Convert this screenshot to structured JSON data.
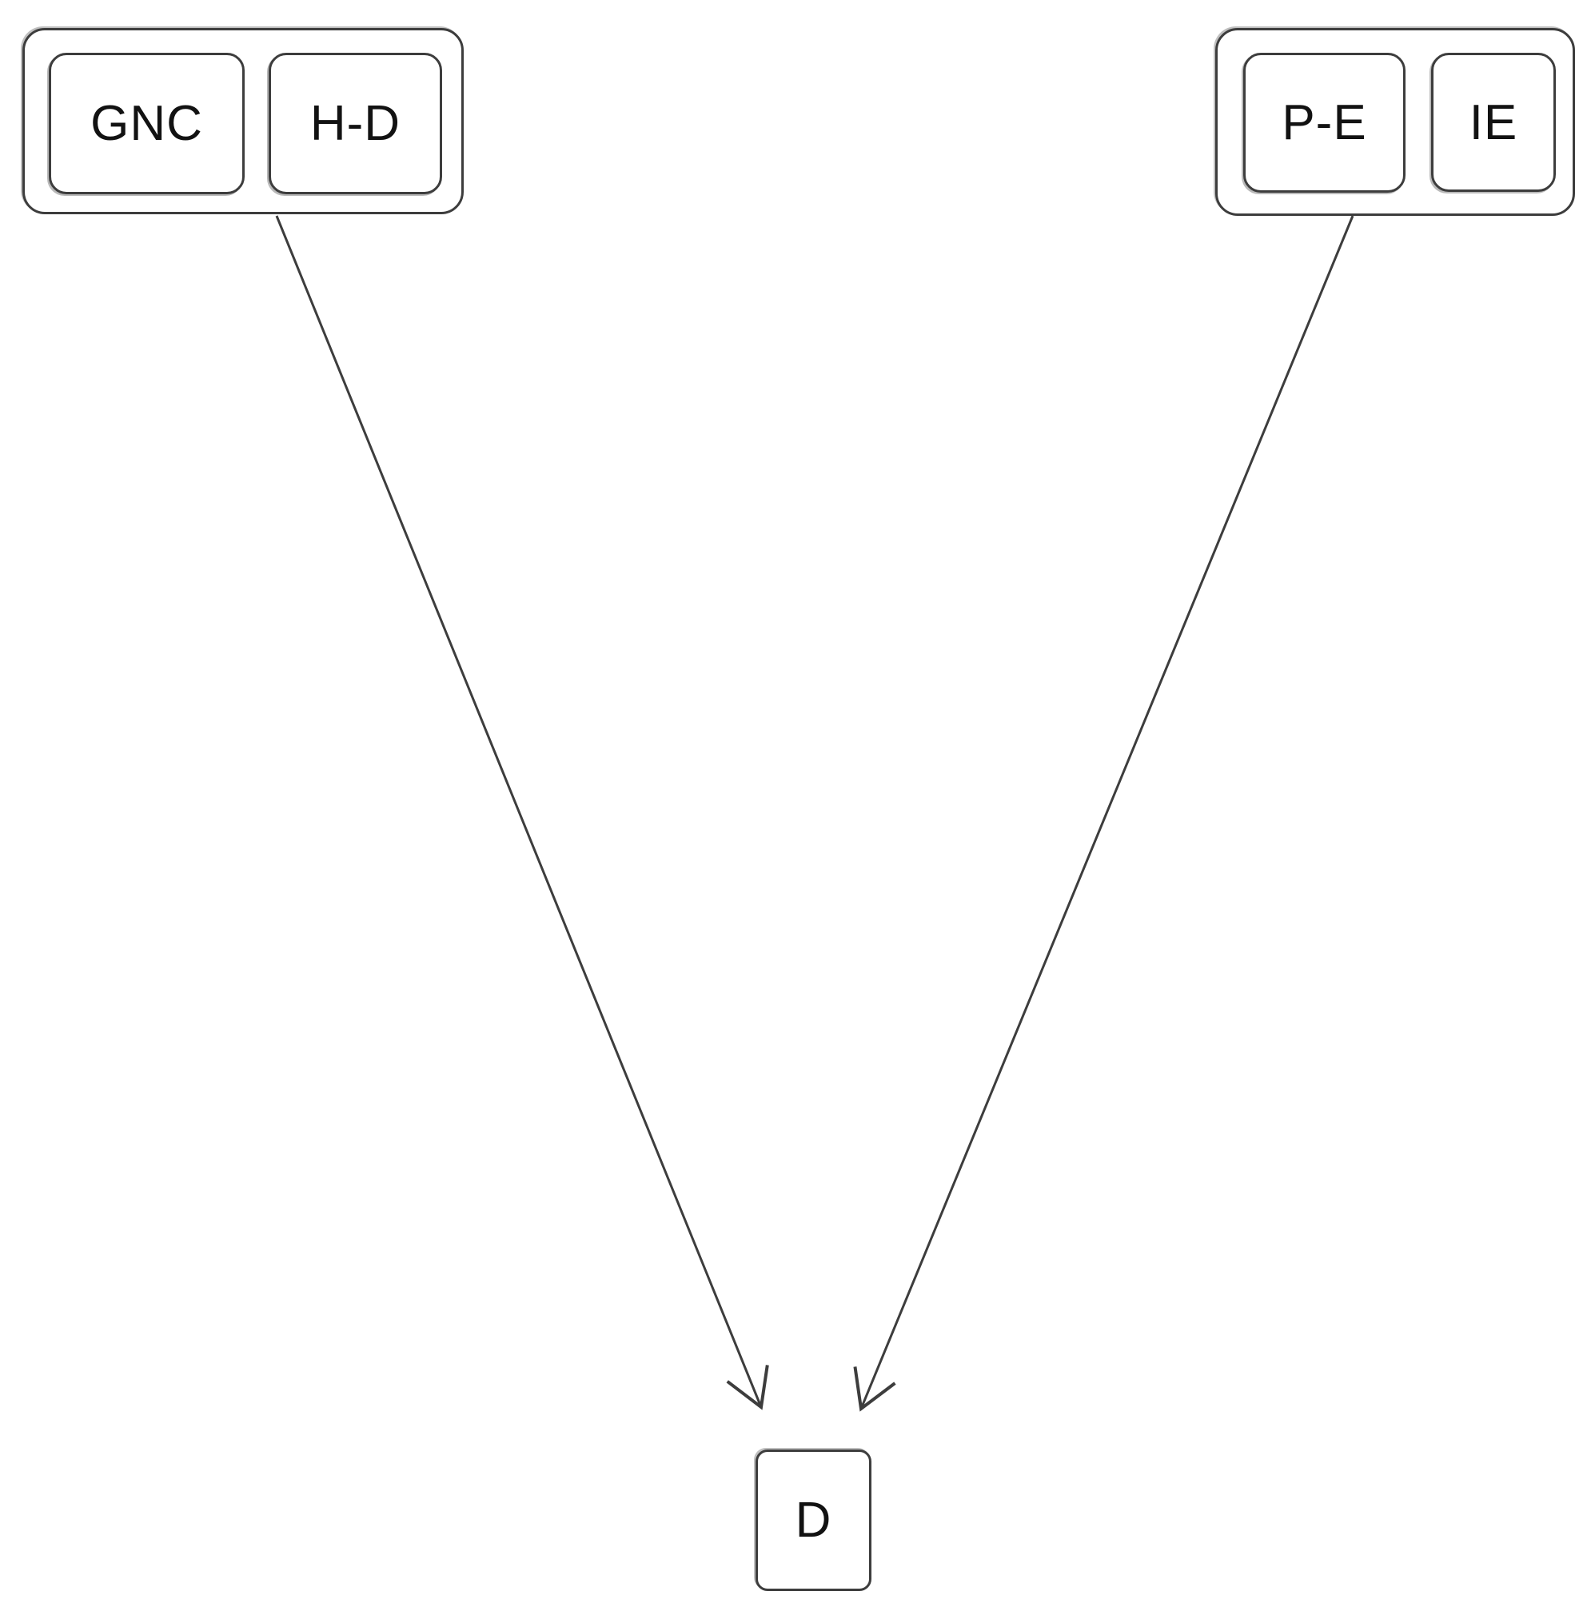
{
  "diagram": {
    "type": "graph",
    "background": "#ffffff",
    "stroke_color": "#3d3d3d",
    "shadow_color": "#bfbfbf",
    "text_color": "#121212",
    "groups": [
      {
        "name": "left-cluster",
        "nodes": [
          {
            "label": "GNC"
          },
          {
            "label": "H-D"
          }
        ]
      },
      {
        "name": "right-cluster",
        "nodes": [
          {
            "label": "P-E"
          },
          {
            "label": "IE"
          }
        ]
      }
    ],
    "target": {
      "label": "D"
    },
    "edges": [
      {
        "from": "left-cluster (GNC, H-D)",
        "to": "D",
        "style": "open-arrow"
      },
      {
        "from": "right-cluster (P-E, IE)",
        "to": "D",
        "style": "open-arrow"
      }
    ]
  }
}
